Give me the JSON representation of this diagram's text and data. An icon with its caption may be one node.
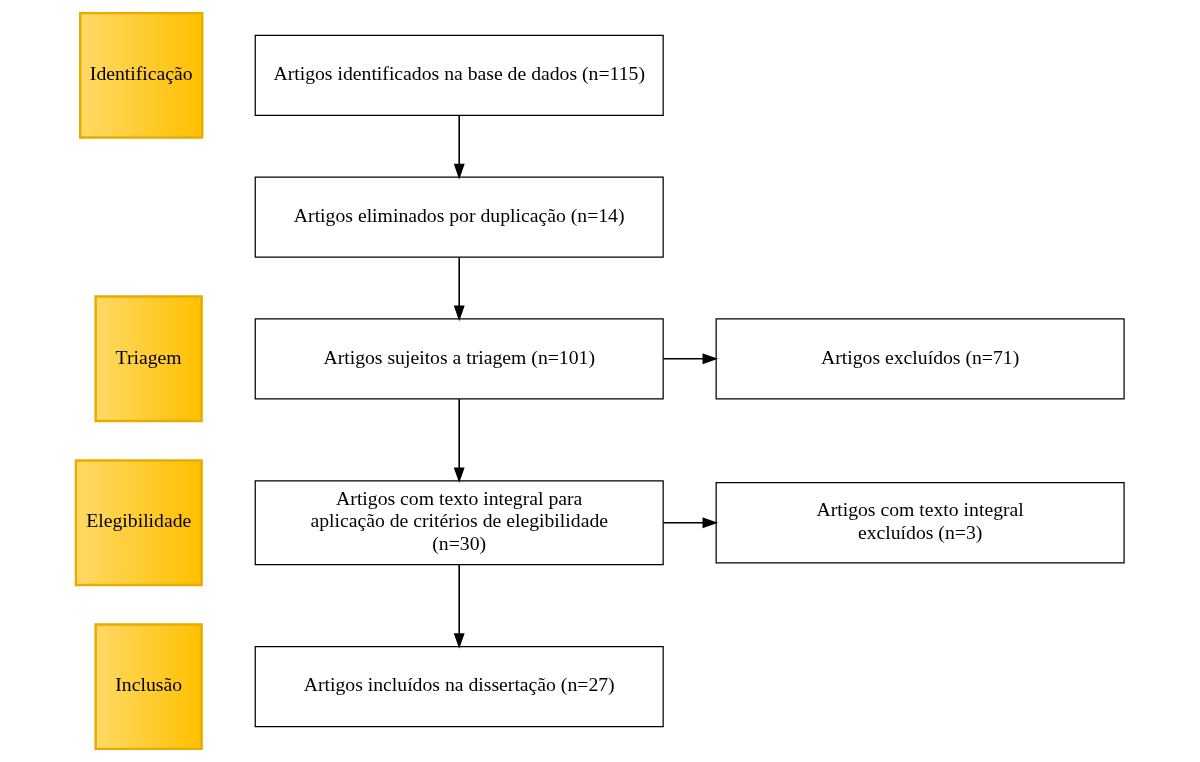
{
  "diagram": {
    "nodes": [
      {
        "text": [
          "Identificação"
        ]
      },
      {
        "text": [
          "Triagem"
        ]
      },
      {
        "text": [
          "Elegibilidade"
        ]
      },
      {
        "text": [
          "Inclusão"
        ]
      },
      {
        "text": [
          "Artigos identificados na base de dados (n=115)"
        ]
      },
      {
        "text": [
          "Artigos eliminados por duplicação (n=14)"
        ]
      },
      {
        "text": [
          "Artigos sujeitos a triagem (n=101)"
        ]
      },
      {
        "text": [
          "Artigos excluídos (n=71)"
        ]
      },
      {
        "text": [
          "Artigos com texto integral para aplicação de critérios de elegibilidade (n=30)"
        ]
      },
      {
        "text": [
          "Artigos com texto integral excluídos (n=3)"
        ]
      },
      {
        "text": [
          "Artigos incluídos na dissertação (n=27)"
        ]
      }
    ],
    "edges": [
      {
        "from": 4,
        "to": 5,
        "arrow": "to"
      },
      {
        "from": 5,
        "to": 6,
        "arrow": "to"
      },
      {
        "from": 6,
        "to": 7,
        "arrow": "to"
      },
      {
        "from": 6,
        "to": 8,
        "arrow": "to"
      },
      {
        "from": 8,
        "to": 9,
        "arrow": "to"
      },
      {
        "from": 8,
        "to": 10,
        "arrow": "to"
      }
    ]
  }
}
